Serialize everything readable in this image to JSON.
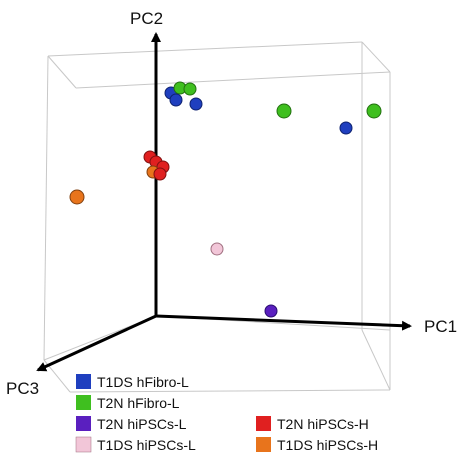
{
  "chart_data": {
    "type": "scatter",
    "subtype": "3d-pca",
    "axes": {
      "x": "PC1",
      "y": "PC2",
      "z": "PC3"
    },
    "bounding_box": true,
    "grid": false,
    "legend_placement": "bottom",
    "series": [
      {
        "name": "T1DS hFibro-L",
        "color": "#1f3fbf"
      },
      {
        "name": "T2N hFibro-L",
        "color": "#3fbf1f"
      },
      {
        "name": "T2N hiPSCs-L",
        "color": "#5a1fbf"
      },
      {
        "name": "T1DS hiPSCs-L",
        "color": "#f2c6d8"
      },
      {
        "name": "T2N hiPSCs-H",
        "color": "#e02020"
      },
      {
        "name": "T1DS hiPSCs-H",
        "color": "#e8741c"
      }
    ]
  }
}
